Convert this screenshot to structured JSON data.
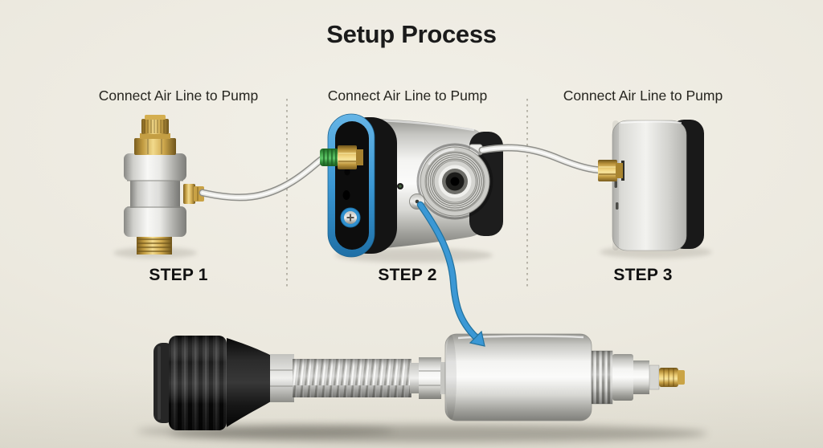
{
  "title": "Setup Process",
  "columns": [
    {
      "caption": "Connect Air Line to Pump",
      "step_label": "STEP 1"
    },
    {
      "caption": "Connect Air Line to Pump",
      "step_label": "STEP 2"
    },
    {
      "caption": "Connect Air Line to Pump",
      "step_label": "STEP 3"
    }
  ],
  "illustrations": {
    "step1": "inline-valve-with-brass-fittings",
    "step2": "pump-head-unit-blue-ring",
    "step3": "silver-regulator-box",
    "bottom": "hand-pump-cylinder-assembly",
    "connectors": "air-line-tube",
    "arrow": "blue-curved-arrow"
  },
  "colors": {
    "background": "#ece9df",
    "accent_blue": "#3b98d5",
    "fitting_green": "#43a34b",
    "brass": "#d8b14f",
    "metal_silver": "#d9d9d6",
    "knob_black": "#1a1a1a",
    "text": "#1c1c1c",
    "divider": "#8d897d"
  }
}
